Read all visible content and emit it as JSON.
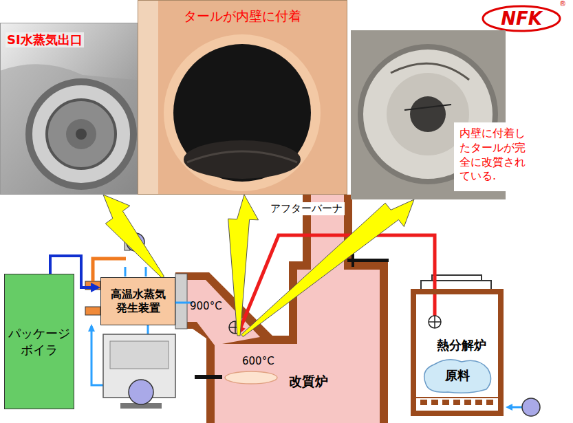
{
  "diagram": {
    "nodes": [
      {
        "text": [
          "SI水蒸気出口"
        ]
      },
      {
        "text": [
          "タールが内壁に付着"
        ]
      },
      {
        "text": [
          "内壁に付着したタールが完全に改質されている."
        ]
      },
      {
        "text": [
          "パッケージボイラ"
        ]
      },
      {
        "text": [
          "高温水蒸気発生装置"
        ]
      },
      {
        "text": [
          "改質炉"
        ]
      },
      {
        "text": [
          "アフターバーナ"
        ]
      },
      {
        "text": [
          "熱分解炉"
        ]
      },
      {
        "text": [
          "原料"
        ],
        "in": 7
      }
    ],
    "edges": [
      {
        "from": 3,
        "to": 4,
        "arrow": "to"
      },
      {
        "from": 7,
        "to": 5,
        "arrow": "to"
      },
      {
        "from": 4,
        "to": 0,
        "arrow": "to"
      },
      {
        "from": 5,
        "to": 1,
        "arrow": "to"
      },
      {
        "from": 5,
        "to": 2,
        "arrow": "to"
      }
    ],
    "labels": [
      "NFK",
      "®",
      "900°C",
      "600°C"
    ]
  }
}
